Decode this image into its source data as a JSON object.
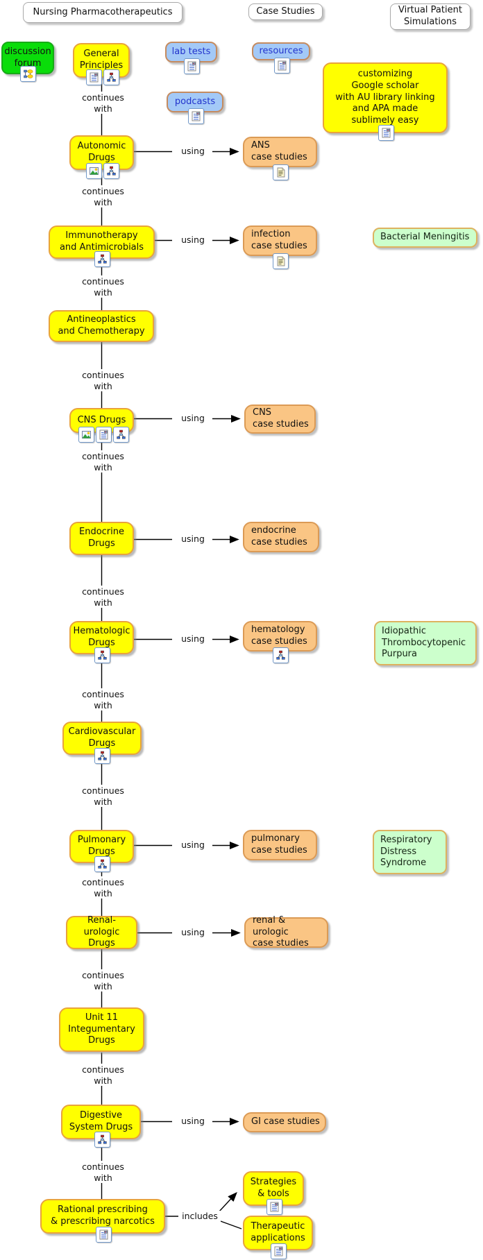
{
  "headers": {
    "main": "Nursing Pharmacotherapeutics",
    "case_studies": "Case Studies",
    "virtual_patient": "Virtual Patient\nSimulations"
  },
  "link_labels": {
    "continues_with": "continues\nwith",
    "using": "using",
    "includes": "includes"
  },
  "nodes": {
    "discussion_forum": {
      "label": "discussion\nforum",
      "icons": [
        "discussion-threads"
      ]
    },
    "general_principles": {
      "label": "General\nPrinciples",
      "icons": [
        "document-image",
        "concept-map"
      ]
    },
    "lab_tests": {
      "label": "lab tests",
      "icons": [
        "document-image"
      ]
    },
    "podcasts": {
      "label": "podcasts",
      "icons": [
        "document-image"
      ]
    },
    "resources": {
      "label": "resources",
      "icons": [
        "document-image"
      ]
    },
    "customizing": {
      "label": "customizing\nGoogle scholar\nwith AU library linking\nand APA made\nsublimely easy",
      "icons": [
        "document-image"
      ]
    },
    "autonomic": {
      "label": "Autonomic\nDrugs",
      "icons": [
        "image",
        "concept-map"
      ]
    },
    "ans_case": {
      "label": "ANS\ncase studies",
      "icons": [
        "text-document"
      ]
    },
    "immunotherapy": {
      "label": "Immunotherapy\nand Antimicrobials",
      "icons": [
        "concept-map"
      ]
    },
    "infection_case": {
      "label": "infection\ncase studies",
      "icons": [
        "text-document"
      ]
    },
    "bacterial_meningitis": {
      "label": "Bacterial Meningitis"
    },
    "antineoplastics": {
      "label": "Antineoplastics\nand Chemotherapy"
    },
    "cns": {
      "label": "CNS Drugs",
      "icons": [
        "image",
        "document-image",
        "concept-map"
      ]
    },
    "cns_case": {
      "label": "CNS\ncase studies"
    },
    "endocrine": {
      "label": "Endocrine\nDrugs"
    },
    "endocrine_case": {
      "label": "endocrine\ncase studies"
    },
    "hematologic": {
      "label": "Hematologic\nDrugs",
      "icons": [
        "concept-map"
      ]
    },
    "hematology_case": {
      "label": "hematology\ncase studies",
      "icons": [
        "concept-map"
      ]
    },
    "itp": {
      "label": "Idiopathic\nThrombocytopenic\nPurpura"
    },
    "cardiovascular": {
      "label": "Cardiovascular\nDrugs",
      "icons": [
        "concept-map"
      ]
    },
    "pulmonary": {
      "label": "Pulmonary\nDrugs",
      "icons": [
        "concept-map"
      ]
    },
    "pulmonary_case": {
      "label": "pulmonary\ncase studies"
    },
    "rds": {
      "label": "Respiratory\nDistress\nSyndrome"
    },
    "renal": {
      "label": "Renal-urologic\nDrugs"
    },
    "renal_case": {
      "label": "renal & urologic\ncase studies"
    },
    "unit11": {
      "label": "Unit 11\nIntegumentary\nDrugs"
    },
    "digestive": {
      "label": "Digestive\nSystem Drugs",
      "icons": [
        "concept-map"
      ]
    },
    "gi_case": {
      "label": "GI case studies"
    },
    "rational": {
      "label": "Rational prescribing\n& prescribing narcotics",
      "icons": [
        "document-image"
      ]
    },
    "strategies": {
      "label": "Strategies\n& tools",
      "icons": [
        "document-image"
      ]
    },
    "therapeutic": {
      "label": "Therapeutic\napplications",
      "icons": [
        "document-image"
      ]
    }
  },
  "colors": {
    "topic_fill": "#ffff00",
    "topic_border": "#e8a33c",
    "case_fill": "#fac584",
    "case_border": "#db9a55",
    "resource_fill": "#a3c9f7",
    "resource_text": "#2233cc",
    "sim_fill": "#ccffcc",
    "sim_border": "#ddb25f",
    "forum_fill": "#0add0a",
    "connector": "#000000"
  }
}
